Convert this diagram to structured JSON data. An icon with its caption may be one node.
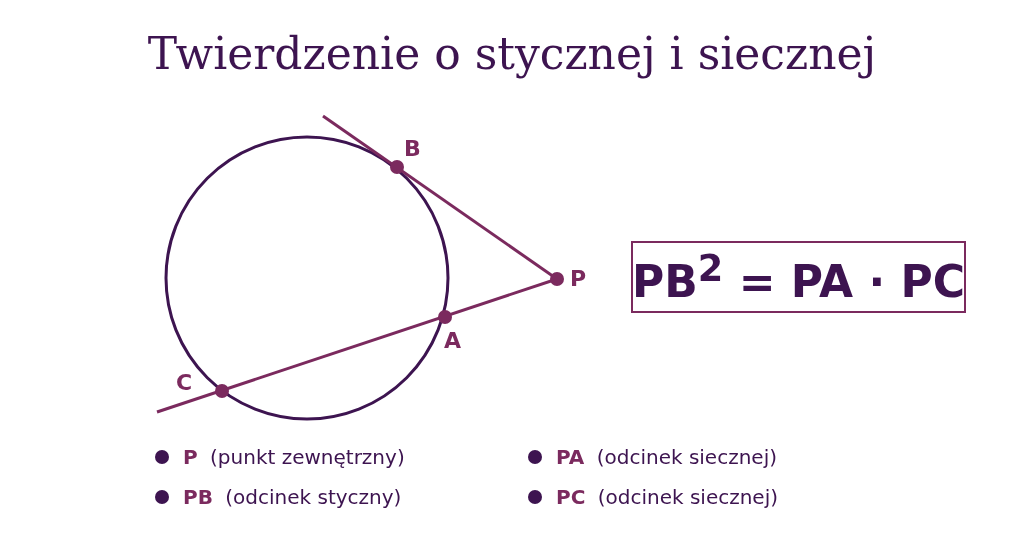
{
  "diagram": {
    "title": "Twierdzenie o stycznej i siecznej",
    "nodes": [
      {
        "text": [
          "PB$^{2}$ = PA · PC"
        ]
      }
    ],
    "labels": [
      "B",
      "P",
      "A",
      "C"
    ],
    "legend": [
      {
        "text": "**P** (punkt zewnętrzny)",
        "color": "#3d1450"
      },
      {
        "text": "**PA** (odcinek siecznej)",
        "color": "#3d1450"
      },
      {
        "text": "**PB** (odcinek styczny)",
        "color": "#3d1450"
      },
      {
        "text": "**PC** (odcinek siecznej)",
        "color": "#3d1450"
      }
    ]
  }
}
